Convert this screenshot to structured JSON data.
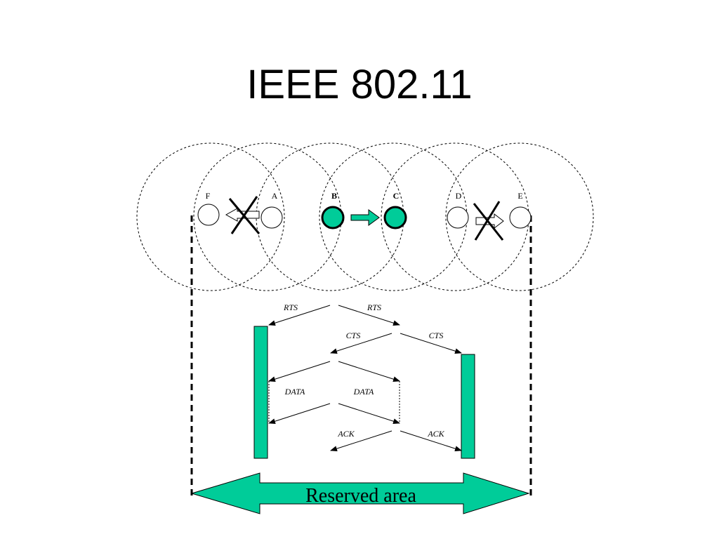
{
  "title": "IEEE 802.11",
  "nodes": [
    {
      "id": "F",
      "label": "F",
      "state": "blocked"
    },
    {
      "id": "A",
      "label": "A",
      "state": "blocked"
    },
    {
      "id": "B",
      "label": "B",
      "state": "active"
    },
    {
      "id": "C",
      "label": "C",
      "state": "active"
    },
    {
      "id": "D",
      "label": "D",
      "state": "blocked"
    },
    {
      "id": "E",
      "label": "E",
      "state": "blocked"
    }
  ],
  "messages": {
    "rts_left": "RTS",
    "rts_right": "RTS",
    "cts_left": "CTS",
    "cts_right": "CTS",
    "data_left": "DATA",
    "data_right": "DATA",
    "ack_left": "ACK",
    "ack_right": "ACK"
  },
  "reserved_area_label": "Reserved area",
  "colors": {
    "accent": "#00CC99",
    "line": "#000000",
    "background": "#FFFFFF"
  }
}
